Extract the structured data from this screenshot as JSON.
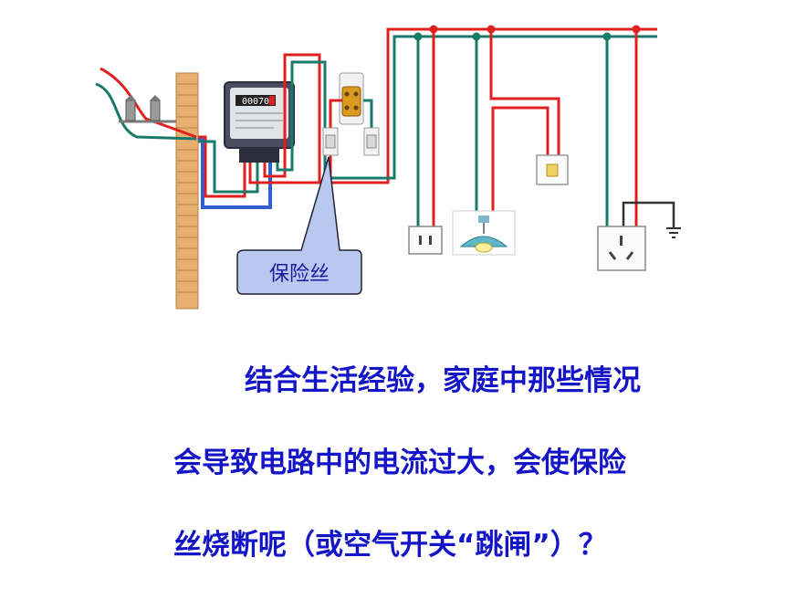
{
  "diagram": {
    "fuse_callout": "保险丝",
    "meter_reading": "00070"
  },
  "question_lines": [
    "结合生活经验，家庭中那些情况",
    "会导致电路中的电流过大，会使保险",
    "丝烧断呢（或空气开关“跳闸”）？"
  ],
  "colors": {
    "live_wire": "#e02020",
    "neutral_wire": "#1a7a6a",
    "ground_wire": "#3060d0",
    "wall": "#e8b070",
    "callout_fill": "#b8c8ee",
    "text": "#1515c8"
  }
}
